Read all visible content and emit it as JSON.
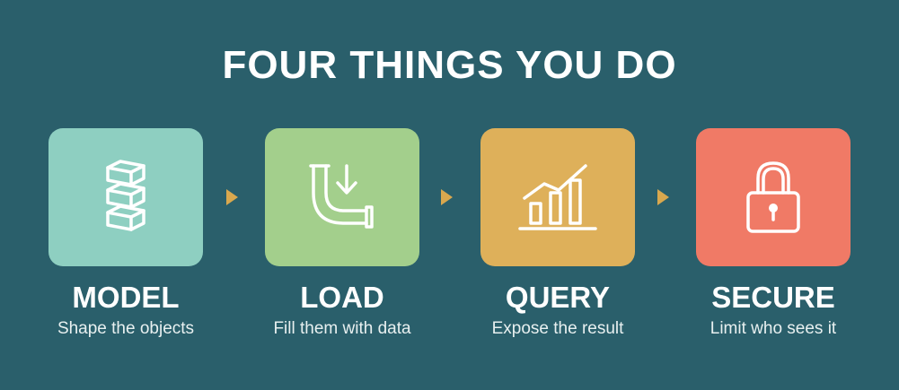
{
  "title": "FOUR THINGS YOU DO",
  "colors": {
    "background": "#2a5f6b",
    "arrow": "#d9a84e"
  },
  "steps": [
    {
      "label": "MODEL",
      "subtitle": "Shape the objects",
      "color": "#8ecfc1",
      "icon": "stacked-blocks-icon"
    },
    {
      "label": "LOAD",
      "subtitle": "Fill them with data",
      "color": "#a3cf8c",
      "icon": "pipe-down-arrow-icon"
    },
    {
      "label": "QUERY",
      "subtitle": "Expose the result",
      "color": "#deb05a",
      "icon": "bar-chart-trend-icon"
    },
    {
      "label": "SECURE",
      "subtitle": "Limit who sees it",
      "color": "#f07a66",
      "icon": "padlock-icon"
    }
  ]
}
